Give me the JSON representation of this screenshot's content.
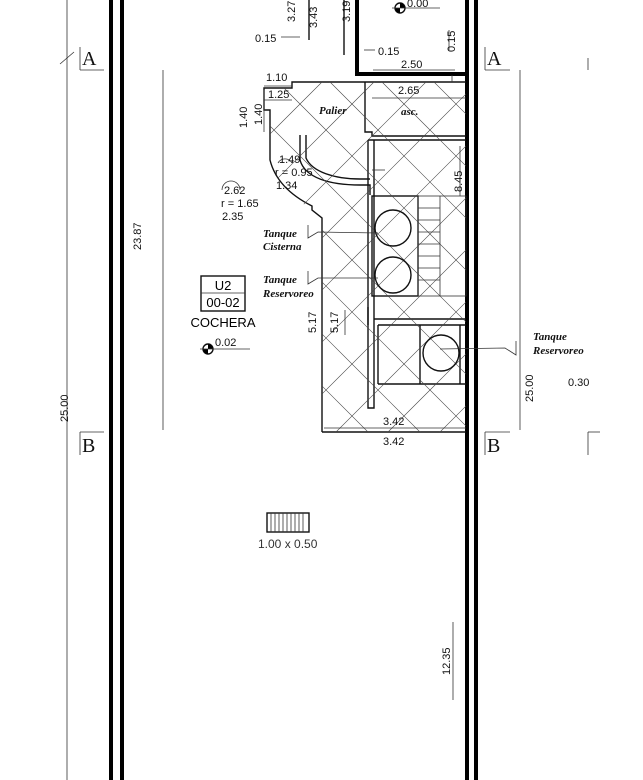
{
  "sections": {
    "top": "A",
    "bottom": "B"
  },
  "rooms": {
    "palier": "Palier",
    "asc": "asc."
  },
  "unit": {
    "code": "U2",
    "number": "00-02",
    "name": "COCHERA"
  },
  "levels": {
    "garage": "0.02",
    "room": "0.00"
  },
  "tanks": {
    "cisterna_line1": "Tanque",
    "cisterna_line2": "Cisterna",
    "reservoreo_line1": "Tanque",
    "reservoreo_line2": "Reservoreo",
    "right_line1": "Tanque",
    "right_line2": "Reservoreo"
  },
  "curve": {
    "r1": "1.49",
    "r1_label": "r = 0.95",
    "r1_bottom": "1.34",
    "r2": "2.62",
    "r2_label": "r = 1.65",
    "r2_bottom": "2.35"
  },
  "grille": {
    "label": "1.00  x  0.50"
  },
  "dims": {
    "d_327": "3.27",
    "d_343": "3.43",
    "d_319": "3.19",
    "d_015_left": "0.15",
    "d_015_mid": "0.15",
    "d_015_right": "0.15",
    "d_250": "2.50",
    "d_110": "1.10",
    "d_125": "1.25",
    "d_140a": "1.40",
    "d_140b": "1.40",
    "d_265": "2.65",
    "d_845": "8.45",
    "d_2387": "23.87",
    "d_517a": "5.17",
    "d_517b": "5.17",
    "d_342a": "3.42",
    "d_342b": "3.42",
    "d_2500_left": "25.00",
    "d_2500_right": "25.00",
    "d_030": "0.30",
    "d_1235": "12.35"
  }
}
